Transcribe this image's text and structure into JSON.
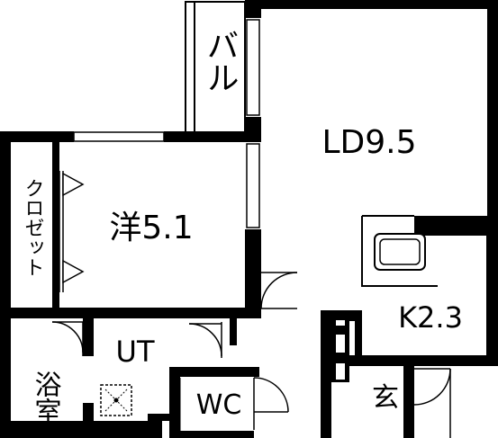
{
  "rooms": {
    "balcony": "バル",
    "ld": "LD9.5",
    "western": "洋5.1",
    "closet": "クロゼット",
    "kitchen": "K2.3",
    "utility": "UT",
    "bath": "浴室",
    "wc": "WC",
    "entrance": "玄"
  }
}
